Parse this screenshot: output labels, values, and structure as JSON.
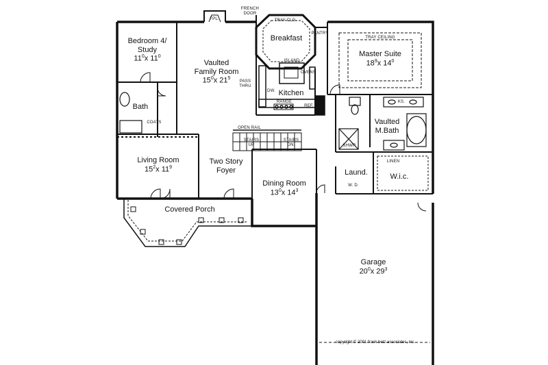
{
  "plan": {
    "rooms": {
      "bedroom": {
        "name_line1": "Bedroom 4/",
        "name_line2": "Study",
        "w_ft": "11",
        "w_in": "0",
        "d_ft": "11",
        "d_in": "0"
      },
      "family": {
        "name_line1": "Vaulted",
        "name_line2": "Family Room",
        "w_ft": "15",
        "w_in": "0",
        "d_ft": "21",
        "d_in": "5"
      },
      "breakfast": {
        "name": "Breakfast"
      },
      "master": {
        "name": "Master Suite",
        "w_ft": "18",
        "w_in": "9",
        "d_ft": "14",
        "d_in": "0"
      },
      "kitchen": {
        "name": "Kitchen"
      },
      "bath": {
        "name": "Bath"
      },
      "mbath": {
        "name_line1": "Vaulted",
        "name_line2": "M.Bath"
      },
      "living": {
        "name": "Living Room",
        "w_ft": "15",
        "w_in": "2",
        "d_ft": "11",
        "d_in": "9"
      },
      "foyer": {
        "name_line1": "Two Story",
        "name_line2": "Foyer"
      },
      "dining": {
        "name": "Dining Room",
        "w_ft": "13",
        "w_in": "0",
        "d_ft": "14",
        "d_in": "3"
      },
      "laundry": {
        "name": "Laund."
      },
      "wic": {
        "name": "W.i.c."
      },
      "porch": {
        "name": "Covered Porch"
      },
      "garage": {
        "name": "Garage",
        "w_ft": "20",
        "w_in": "0",
        "d_ft": "29",
        "d_in": "3"
      }
    },
    "notes": {
      "fpl": "FPL.",
      "french_door_1": "FRENCH",
      "french_door_2": "DOOR",
      "tray_clg": "TRAY CLG.",
      "pantry": "PANTRY",
      "tray_ceiling": "TRAY CEILING",
      "island": "ISLAND",
      "ovens": "OVENS",
      "pass_thru_1": "PASS",
      "pass_thru_2": "THRU",
      "dw": "DW.",
      "range": "RANGE",
      "ref": "REF.",
      "ks": "KS.",
      "coats": "COATS",
      "open_rail": "OPEN RAIL",
      "stairs_up_1": "STAIRS",
      "stairs_up_2": "UP",
      "stairs_dn_1": "STAIRS",
      "stairs_dn_2": "DN.",
      "shwr": "SHWR",
      "linen": "LINEN",
      "wd": "W.  D."
    },
    "copyright": "copyright © 2001 frank betz associates, inc."
  }
}
